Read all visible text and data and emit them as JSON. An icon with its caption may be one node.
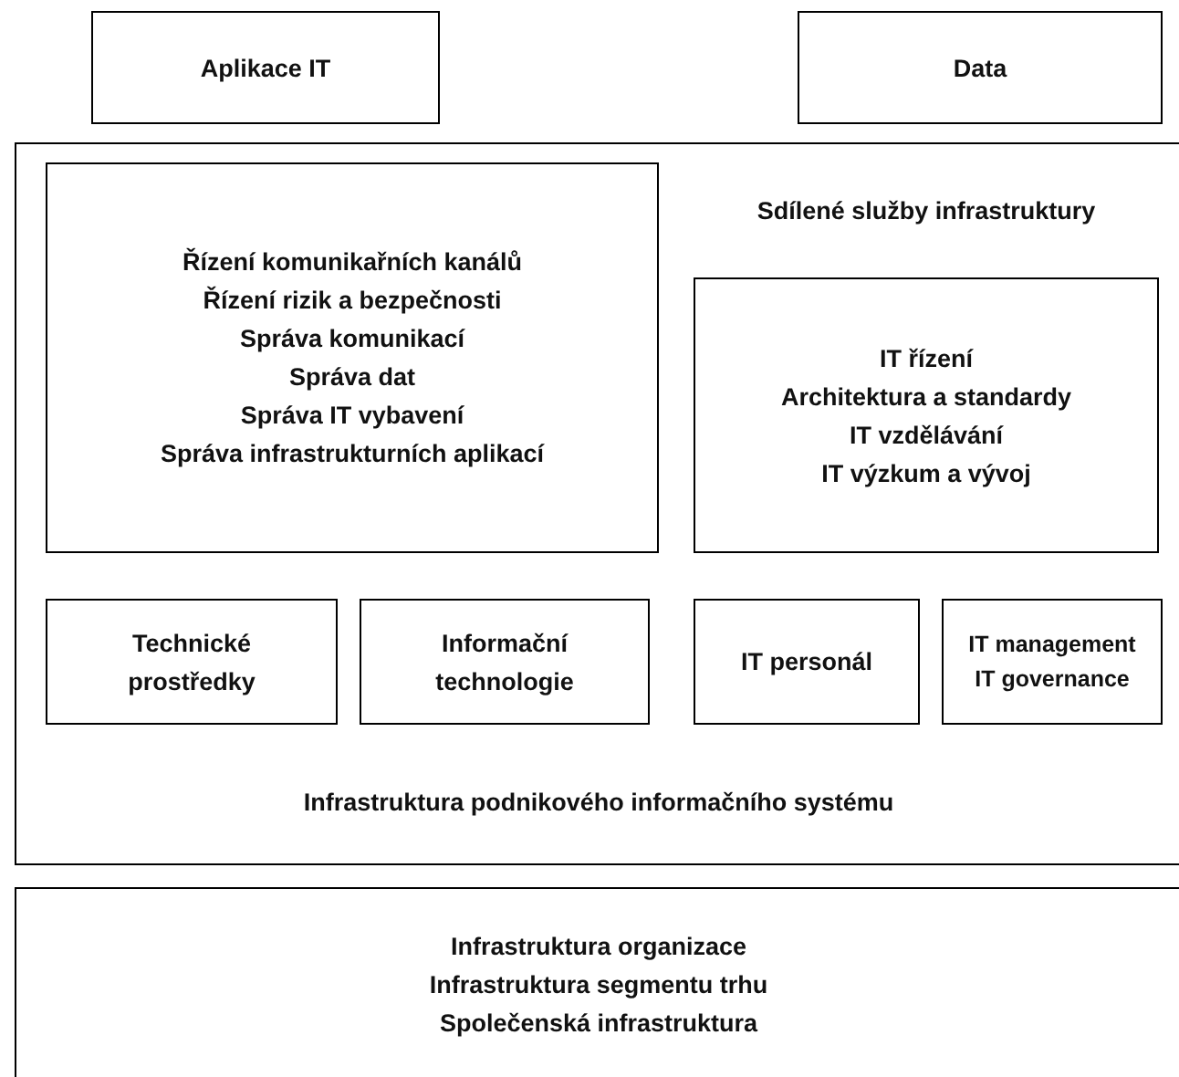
{
  "diagram": {
    "nodes": [
      {
        "text": [
          "Aplikace IT"
        ]
      },
      {
        "text": [
          "Data"
        ]
      },
      {
        "text": [
          "Sdílené služby infrastruktury",
          "Infrastruktura podnikového informačního systému"
        ]
      },
      {
        "text": [
          "Řízení komunikařních kanálů",
          "Řízení rizik a bezpečnosti",
          "Správa komunikací",
          "Správa dat",
          "Správa IT vybavení",
          "Správa infrastrukturních aplikací"
        ],
        "in": 2
      },
      {
        "text": [
          "IT řízení",
          "Architektura a standardy",
          "IT vzdělávání",
          "IT výzkum a vývoj"
        ],
        "in": 2
      },
      {
        "text": [
          "Technické prostředky"
        ],
        "in": 2
      },
      {
        "text": [
          "Informační technologie"
        ],
        "in": 2
      },
      {
        "text": [
          "IT personál"
        ],
        "in": 2
      },
      {
        "text": [
          "IT management",
          "IT governance"
        ],
        "in": 2
      },
      {
        "text": [
          "Infrastruktura organizace",
          "Infrastruktura segmentu trhu",
          "Společenská infrastruktura"
        ]
      }
    ],
    "edges": []
  }
}
